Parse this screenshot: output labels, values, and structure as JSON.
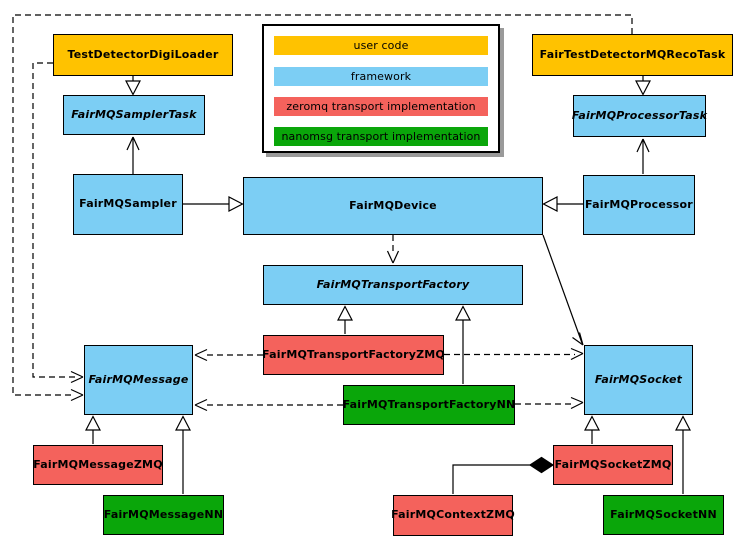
{
  "diagram": {
    "kind": "uml-class-diagram",
    "subject": "FairMQ framework class hierarchy"
  },
  "colors": {
    "user_code": "#FFC200",
    "framework": "#7CCEF4",
    "zeromq_transport": "#F4625C",
    "nanomsg_transport": "#0AA60A",
    "line": "#000000",
    "legend_shadow": "#9A9A9A"
  },
  "legend": {
    "items": [
      {
        "label": "user code",
        "category": "user_code"
      },
      {
        "label": "framework",
        "category": "framework"
      },
      {
        "label": "zeromq transport implementation",
        "category": "zeromq_transport"
      },
      {
        "label": "nanomsg transport implementation",
        "category": "nanomsg_transport"
      }
    ]
  },
  "nodes": {
    "test_detector_digi_loader": {
      "label": "TestDetectorDigiLoader",
      "category": "user_code",
      "abstract": false
    },
    "fair_test_detector_mq_reco_task": {
      "label": "FairTestDetectorMQRecoTask",
      "category": "user_code",
      "abstract": false
    },
    "fairmq_sampler_task": {
      "label": "FairMQSamplerTask",
      "category": "framework",
      "abstract": true
    },
    "fairmq_processor_task": {
      "label": "FairMQProcessorTask",
      "category": "framework",
      "abstract": true
    },
    "fairmq_sampler": {
      "label": "FairMQSampler",
      "category": "framework",
      "abstract": false
    },
    "fairmq_device": {
      "label": "FairMQDevice",
      "category": "framework",
      "abstract": false
    },
    "fairmq_processor": {
      "label": "FairMQProcessor",
      "category": "framework",
      "abstract": false
    },
    "fairmq_transport_factory": {
      "label": "FairMQTransportFactory",
      "category": "framework",
      "abstract": true
    },
    "fairmq_transport_factory_zmq": {
      "label": "FairMQTransportFactoryZMQ",
      "category": "zeromq_transport",
      "abstract": false
    },
    "fairmq_transport_factory_nn": {
      "label": "FairMQTransportFactoryNN",
      "category": "nanomsg_transport",
      "abstract": false
    },
    "fairmq_message": {
      "label": "FairMQMessage",
      "category": "framework",
      "abstract": true
    },
    "fairmq_message_zmq": {
      "label": "FairMQMessageZMQ",
      "category": "zeromq_transport",
      "abstract": false
    },
    "fairmq_message_nn": {
      "label": "FairMQMessageNN",
      "category": "nanomsg_transport",
      "abstract": false
    },
    "fairmq_socket": {
      "label": "FairMQSocket",
      "category": "framework",
      "abstract": true
    },
    "fairmq_socket_zmq": {
      "label": "FairMQSocketZMQ",
      "category": "zeromq_transport",
      "abstract": false
    },
    "fairmq_socket_nn": {
      "label": "FairMQSocketNN",
      "category": "nanomsg_transport",
      "abstract": false
    },
    "fairmq_context_zmq": {
      "label": "FairMQContextZMQ",
      "category": "zeromq_transport",
      "abstract": false
    }
  },
  "edges": [
    {
      "from": "TestDetectorDigiLoader",
      "to": "FairMQSamplerTask",
      "kind": "inheritance-hollow-triangle"
    },
    {
      "from": "FairMQSampler",
      "to": "FairMQSamplerTask",
      "kind": "association-open-arrow"
    },
    {
      "from": "FairMQSampler",
      "to": "FairMQDevice",
      "kind": "inheritance-hollow-triangle"
    },
    {
      "from": "FairTestDetectorMQRecoTask",
      "to": "FairMQProcessorTask",
      "kind": "inheritance-hollow-triangle"
    },
    {
      "from": "FairMQProcessor",
      "to": "FairMQProcessorTask",
      "kind": "association-open-arrow"
    },
    {
      "from": "FairMQProcessor",
      "to": "FairMQDevice",
      "kind": "inheritance-hollow-triangle"
    },
    {
      "from": "FairMQDevice",
      "to": "FairMQTransportFactory",
      "kind": "dashed-dependency"
    },
    {
      "from": "FairMQDevice",
      "to": "FairMQSocket",
      "kind": "association-open-arrow"
    },
    {
      "from": "FairMQTransportFactoryZMQ",
      "to": "FairMQTransportFactory",
      "kind": "inheritance-hollow-triangle"
    },
    {
      "from": "FairMQTransportFactoryNN",
      "to": "FairMQTransportFactory",
      "kind": "inheritance-hollow-triangle"
    },
    {
      "from": "FairMQTransportFactoryZMQ",
      "to": "FairMQMessage",
      "kind": "dashed-dependency"
    },
    {
      "from": "FairMQTransportFactoryZMQ",
      "to": "FairMQSocket",
      "kind": "dashed-dependency"
    },
    {
      "from": "FairMQTransportFactoryNN",
      "to": "FairMQMessage",
      "kind": "dashed-dependency"
    },
    {
      "from": "FairMQTransportFactoryNN",
      "to": "FairMQSocket",
      "kind": "dashed-dependency"
    },
    {
      "from": "TestDetectorDigiLoader",
      "to": "FairMQMessage",
      "kind": "dashed-dependency"
    },
    {
      "from": "FairTestDetectorMQRecoTask",
      "to": "FairMQMessage",
      "kind": "dashed-dependency"
    },
    {
      "from": "FairMQMessageZMQ",
      "to": "FairMQMessage",
      "kind": "inheritance-hollow-triangle"
    },
    {
      "from": "FairMQMessageNN",
      "to": "FairMQMessage",
      "kind": "inheritance-hollow-triangle"
    },
    {
      "from": "FairMQSocketZMQ",
      "to": "FairMQSocket",
      "kind": "inheritance-hollow-triangle"
    },
    {
      "from": "FairMQSocketNN",
      "to": "FairMQSocket",
      "kind": "inheritance-hollow-triangle"
    },
    {
      "from": "FairMQContextZMQ",
      "to": "FairMQSocketZMQ",
      "kind": "composition-filled-diamond"
    }
  ]
}
